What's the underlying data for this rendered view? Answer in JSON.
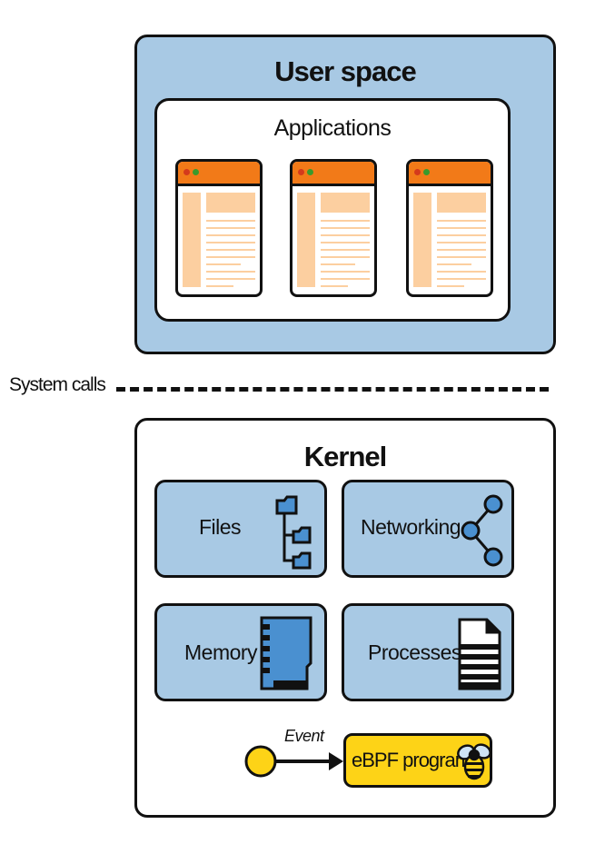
{
  "user_space": {
    "title": "User space",
    "applications": {
      "title": "Applications",
      "windows": [
        {
          "titlebar_color": "#f27a18",
          "content_color": "#fccfa0"
        },
        {
          "titlebar_color": "#f27a18",
          "content_color": "#fccfa0"
        },
        {
          "titlebar_color": "#f27a18",
          "content_color": "#fccfa0"
        }
      ]
    },
    "color": "#a8c9e4"
  },
  "system_calls": {
    "label": "System calls"
  },
  "kernel": {
    "title": "Kernel",
    "subsystems": [
      {
        "label": "Files",
        "icon": "folder-tree-icon"
      },
      {
        "label": "Networking",
        "icon": "share-nodes-icon"
      },
      {
        "label": "Memory",
        "icon": "memory-card-icon"
      },
      {
        "label": "Processes",
        "icon": "document-icon"
      }
    ],
    "event": {
      "label": "Event",
      "icon": "event-circle-icon"
    },
    "ebpf": {
      "label": "eBPF program",
      "icon": "bee-icon",
      "color": "#fdd317"
    }
  }
}
